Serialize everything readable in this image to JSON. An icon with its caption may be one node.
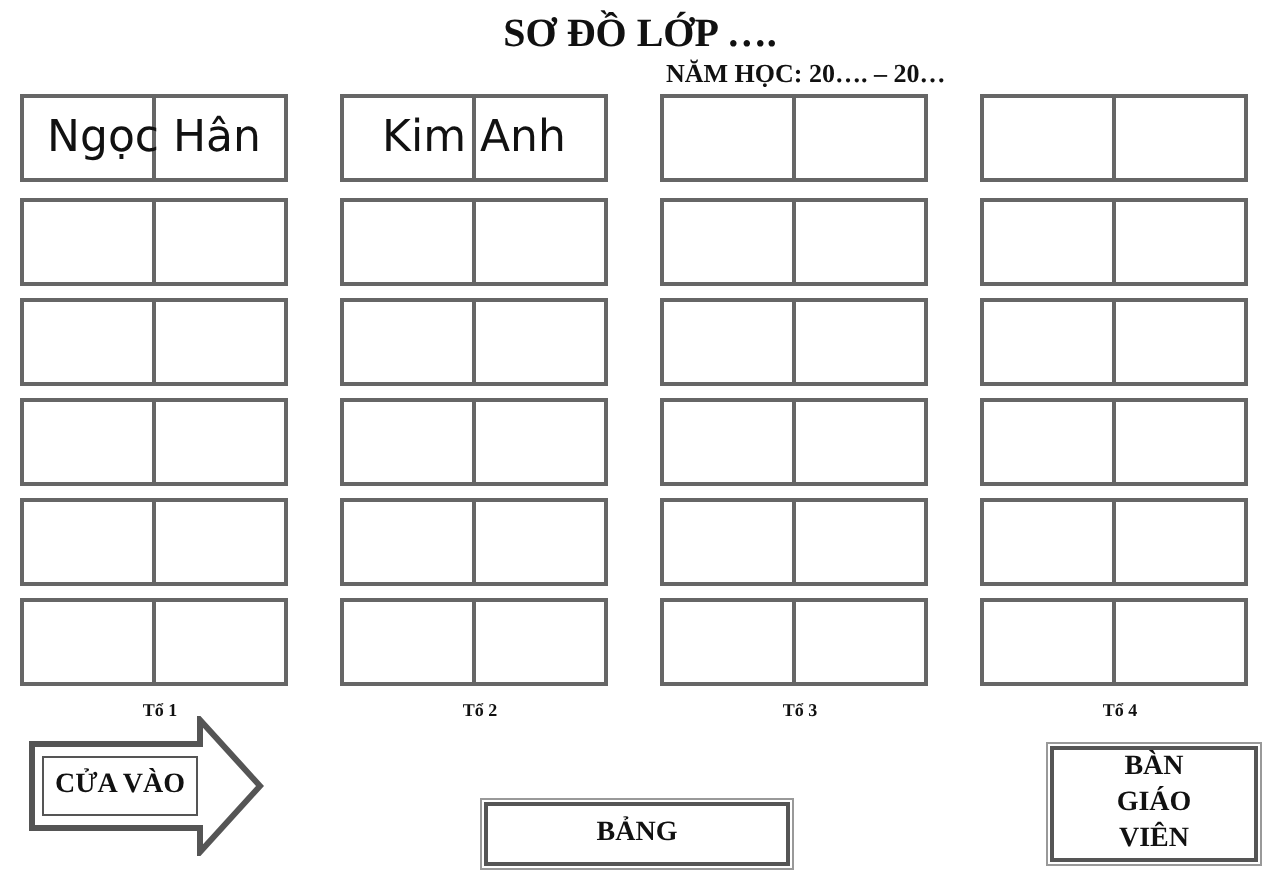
{
  "diagram": {
    "title": "SƠ ĐỒ LỚP ….",
    "nodes": [
      {
        "text": [
          "Ngọc Hân"
        ]
      },
      {
        "text": [
          "Kim Anh"
        ]
      },
      {
        "text": [],
        "shape": "box"
      },
      {
        "text": [],
        "shape": "box"
      },
      {
        "text": [],
        "shape": "box"
      },
      {
        "text": [],
        "shape": "box"
      },
      {
        "text": [],
        "shape": "box"
      },
      {
        "text": [],
        "shape": "box"
      },
      {
        "text": [],
        "shape": "box"
      },
      {
        "text": [],
        "shape": "box"
      },
      {
        "text": [],
        "shape": "box"
      },
      {
        "text": [],
        "shape": "box"
      },
      {
        "text": [],
        "shape": "box"
      },
      {
        "text": [],
        "shape": "box"
      },
      {
        "text": [],
        "shape": "box"
      },
      {
        "text": [],
        "shape": "box"
      },
      {
        "text": [],
        "shape": "box"
      },
      {
        "text": [],
        "shape": "box"
      },
      {
        "text": [],
        "shape": "box"
      },
      {
        "text": [],
        "shape": "box"
      },
      {
        "text": [],
        "shape": "box"
      },
      {
        "text": [],
        "shape": "box"
      },
      {
        "text": [],
        "shape": "box"
      },
      {
        "text": [],
        "shape": "box"
      },
      {
        "text": [
          "CỬA VÀO"
        ]
      },
      {
        "text": [
          "BẢNG"
        ]
      },
      {
        "text": [
          "BÀN GIÁO VIÊN"
        ]
      }
    ],
    "labels": [
      "NĂM HỌC: 20…. – 20…",
      "Tổ 1",
      "Tổ 2",
      "Tổ 3",
      "Tổ 4"
    ]
  }
}
